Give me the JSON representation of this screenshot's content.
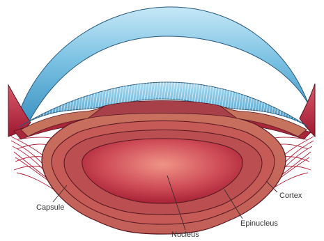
{
  "labels": {
    "cortex": "Cortex",
    "capsule": "Capsule",
    "epinucleus": "Epinucleus",
    "nucleus": "Nucleus"
  },
  "colors": {
    "cornea_light": "#bfe4f4",
    "cornea_dark": "#3e97c6",
    "iris_red": "#b52338",
    "capsule_tan": "#c46f5e",
    "cortex_fill": "#c8695e",
    "epinucleus_fill": "#be5552",
    "nucleus_center": "#ee8a7e",
    "nucleus_edge": "#a92436",
    "zonule_red": "#b01c35",
    "outline": "#55161f",
    "leader_line": "#3a2a2a"
  }
}
